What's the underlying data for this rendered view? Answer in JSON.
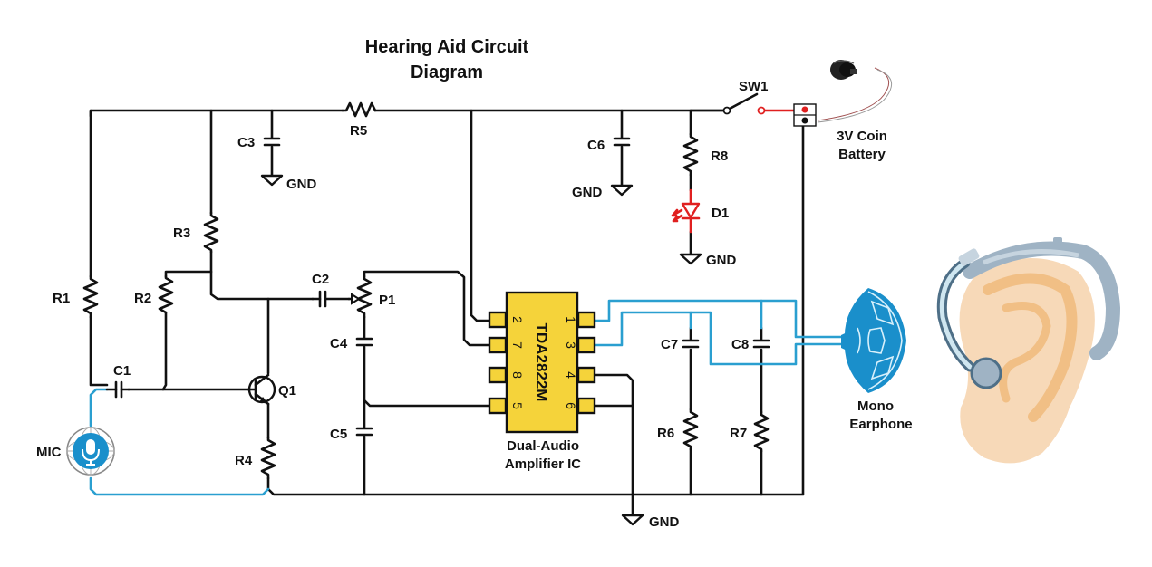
{
  "title": {
    "line1": "Hearing Aid Circuit",
    "line2": "Diagram"
  },
  "components": {
    "R1": "R1",
    "R2": "R2",
    "R3": "R3",
    "R4": "R4",
    "R5": "R5",
    "R6": "R6",
    "R7": "R7",
    "R8": "R8",
    "C1": "C1",
    "C2": "C2",
    "C3": "C3",
    "C4": "C4",
    "C5": "C5",
    "C6": "C6",
    "C7": "C7",
    "C8": "C8",
    "P1": "P1",
    "Q1": "Q1",
    "D1": "D1",
    "SW1": "SW1",
    "MIC": "MIC"
  },
  "gnd_labels": {
    "c3": "GND",
    "c6": "GND",
    "d1": "GND",
    "ic": "GND"
  },
  "ic": {
    "part": "TDA2822M",
    "caption_line1": "Dual-Audio",
    "caption_line2": "Amplifier IC",
    "left_pins": [
      "2",
      "7",
      "8",
      "5"
    ],
    "right_pins": [
      "1",
      "3",
      "4",
      "6"
    ],
    "color": "#f5d33a"
  },
  "battery": {
    "line1": "3V Coin",
    "line2": "Battery"
  },
  "earphone": {
    "line1": "Mono",
    "line2": "Earphone"
  },
  "colors": {
    "wire": "#111111",
    "signal_wire": "#2a9fd0",
    "led": "#e02020"
  }
}
